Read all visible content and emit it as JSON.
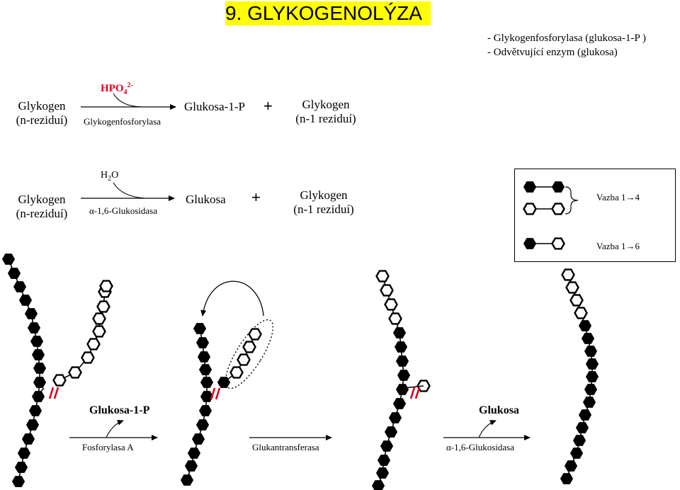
{
  "title": "9. GLYKOGENOLÝZA",
  "notes": [
    "-  Glykogenfosforylasa (glukosa-1-P )",
    "-  Odvětvující enzym (glukosa)"
  ],
  "reaction1": {
    "substrate_line1": "Glykogen",
    "substrate_line2": "(n-reziduí)",
    "cofactor": "HPO",
    "cofactor_sub": "4",
    "cofactor_sup": "2-",
    "enzyme": "Glykogenfosforylasa",
    "product": "Glukosa-1-P",
    "plus": "+",
    "product2_line1": "Glykogen",
    "product2_line2": "(n-1 reziduí)"
  },
  "reaction2": {
    "substrate_line1": "Glykogen",
    "substrate_line2": "(n-reziduí)",
    "cofactor": "H",
    "cofactor_sub": "2",
    "cofactor_tail": "O",
    "enzyme": "α-1,6-Glukosidasa",
    "product": "Glukosa",
    "plus": "+",
    "product2_line1": "Glykogen",
    "product2_line2": "(n-1 reziduí)"
  },
  "legend": {
    "bond14": "Vazba 1",
    "bond14_target": "4",
    "bond16": "Vazba 1",
    "bond16_target": "6"
  },
  "steps": {
    "step1_product": "Glukosa-1-P",
    "step1_enzyme": "Fosforylasa A",
    "step2_enzyme": "Glukantransferasa",
    "step3_product": "Glukosa",
    "step3_enzyme": "α-1,6-Glukosidasa"
  },
  "colors": {
    "title_bg": "#ffff00",
    "cofactor_red": "#e0001b",
    "cut_mark": "#e0001b",
    "filled_residue": "#000000",
    "open_residue": "#ffffff"
  }
}
